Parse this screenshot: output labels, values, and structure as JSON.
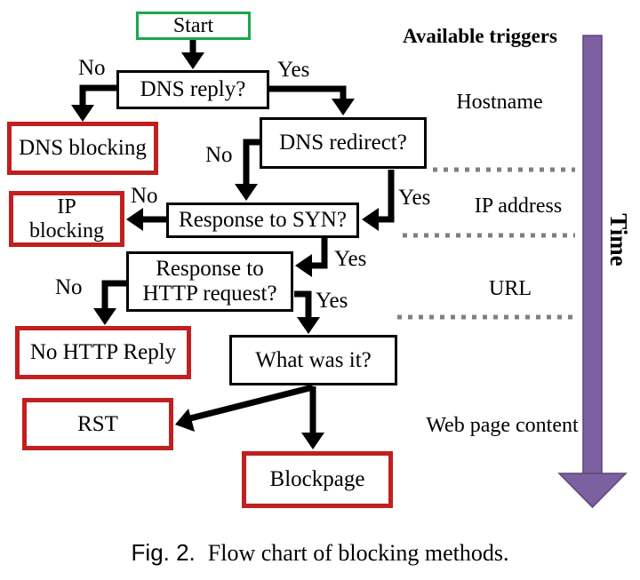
{
  "figure": {
    "caption_label": "Fig. 2.",
    "caption_text": "Flow chart of blocking methods."
  },
  "flowchart": {
    "nodes": {
      "start": "Start",
      "dns_reply": "DNS reply?",
      "dns_blocking": "DNS blocking",
      "dns_redirect": "DNS redirect?",
      "ip_blocking": "IP\nblocking",
      "response_syn": "Response to SYN?",
      "response_http": "Response to\nHTTP request?",
      "no_http_reply": "No HTTP Reply",
      "what_was_it": "What was it?",
      "rst": "RST",
      "blockpage": "Blockpage"
    },
    "edge_labels": {
      "dns_reply_no": "No",
      "dns_reply_yes": "Yes",
      "dns_redirect_no": "No",
      "dns_redirect_yes": "Yes",
      "syn_no": "No",
      "syn_yes": "Yes",
      "http_no": "No",
      "http_yes": "Yes"
    }
  },
  "triggers": {
    "title": "Available triggers",
    "items": [
      "Hostname",
      "IP address",
      "URL",
      "Web page content"
    ]
  },
  "timeline": {
    "label": "Time"
  },
  "colors": {
    "decision_border": "#000000",
    "blocking_border": "#c0201f",
    "start_border": "#1aa74b",
    "time_arrow_fill": "#7d60a0",
    "time_arrow_edge": "#5c4677",
    "dotted": "#7f7f7f"
  }
}
